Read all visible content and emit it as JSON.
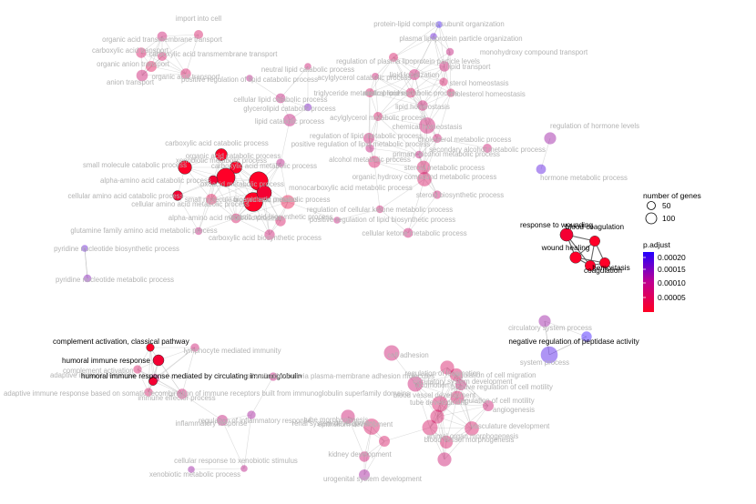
{
  "chart_data": {
    "type": "network",
    "legend": {
      "size_title": "number of genes",
      "size_breaks": [
        50,
        100
      ],
      "color_title": "p.adjust",
      "color_ticks": [
        "0.00020",
        "0.00015",
        "0.00010",
        "0.00005"
      ],
      "color_scale": {
        "low": "#ff0000",
        "high": "#0000ff"
      }
    },
    "nodes": [
      {
        "name": "import into cell",
        "p": 5e-05,
        "n": 35
      },
      {
        "name": "organic acid transmembrane transport",
        "p": 6e-05,
        "n": 40
      },
      {
        "name": "carboxylic acid transport",
        "p": 5e-05,
        "n": 45
      },
      {
        "name": "carboxylic acid transmembrane transport",
        "p": 5e-05,
        "n": 35
      },
      {
        "name": "organic anion transport",
        "p": 4e-05,
        "n": 50
      },
      {
        "name": "organic acid transport",
        "p": 5e-05,
        "n": 45
      },
      {
        "name": "anion transport",
        "p": 6e-05,
        "n": 55
      },
      {
        "name": "positive regulation of lipid catabolic process",
        "p": 8e-05,
        "n": 20
      },
      {
        "name": "neutral lipid catabolic process",
        "p": 6e-05,
        "n": 20
      },
      {
        "name": "regulation of plasma lipoprotein particle levels",
        "p": 5e-05,
        "n": 35
      },
      {
        "name": "protein-lipid complex subunit organization",
        "p": 0.00019,
        "n": 20
      },
      {
        "name": "plasma lipoprotein particle organization",
        "p": 0.00016,
        "n": 20
      },
      {
        "name": "monohydroxy compound transport",
        "p": 7e-05,
        "n": 25
      },
      {
        "name": "lipid transport",
        "p": 6e-05,
        "n": 45
      },
      {
        "name": "acylglycerol catabolic process",
        "p": 6e-05,
        "n": 22
      },
      {
        "name": "lipid localization",
        "p": 6e-05,
        "n": 50
      },
      {
        "name": "sterol homeostasis",
        "p": 5e-05,
        "n": 30
      },
      {
        "name": "cholesterol homeostasis",
        "p": 5e-05,
        "n": 30
      },
      {
        "name": "neutral lipid metabolic process",
        "p": 5e-05,
        "n": 40
      },
      {
        "name": "triglyceride metabolic process",
        "p": 5e-05,
        "n": 35
      },
      {
        "name": "cellular lipid catabolic process",
        "p": 7e-05,
        "n": 40
      },
      {
        "name": "glycerolipid catabolic process",
        "p": 0.00014,
        "n": 25
      },
      {
        "name": "lipid homeostasis",
        "p": 6e-05,
        "n": 45
      },
      {
        "name": "lipid catabolic process",
        "p": 7e-05,
        "n": 65
      },
      {
        "name": "acylglycerol metabolic process",
        "p": 5e-05,
        "n": 35
      },
      {
        "name": "chemical homeostasis",
        "p": 6e-05,
        "n": 110
      },
      {
        "name": "regulation of hormone levels",
        "p": 0.00011,
        "n": 60
      },
      {
        "name": "cholesterol metabolic process",
        "p": 6e-05,
        "n": 35
      },
      {
        "name": "secondary alcohol metabolic process",
        "p": 6e-05,
        "n": 35
      },
      {
        "name": "regulation of lipid metabolic process",
        "p": 6e-05,
        "n": 50
      },
      {
        "name": "positive regulation of lipid metabolic process",
        "p": 7e-05,
        "n": 30
      },
      {
        "name": "alcohol metabolic process",
        "p": 5e-05,
        "n": 60
      },
      {
        "name": "steroid metabolic process",
        "p": 5e-05,
        "n": 75
      },
      {
        "name": "hormone metabolic process",
        "p": 0.00017,
        "n": 40
      },
      {
        "name": "xenobiotic metabolic process",
        "p": 8e-05,
        "n": 30
      },
      {
        "name": "primary alcohol metabolic process",
        "p": 7e-05,
        "n": 25
      },
      {
        "name": "carboxylic acid catabolic process",
        "p": 1e-05,
        "n": 60
      },
      {
        "name": "organic acid catabolic process",
        "p": 1e-05,
        "n": 60
      },
      {
        "name": "small molecule catabolic process",
        "p": 1e-05,
        "n": 75
      },
      {
        "name": "carboxylic acid metabolic process",
        "p": 1e-05,
        "n": 140
      },
      {
        "name": "alpha-amino acid catabolic process",
        "p": 2e-05,
        "n": 35
      },
      {
        "name": "oxoacid metabolic process",
        "p": 1e-05,
        "n": 145
      },
      {
        "name": "cellular amino acid catabolic process",
        "p": 2e-05,
        "n": 40
      },
      {
        "name": "organic acid metabolic process",
        "p": 1e-05,
        "n": 150
      },
      {
        "name": "small molecule biosynthetic process",
        "p": 3e-05,
        "n": 80
      },
      {
        "name": "monocarboxylic acid metabolic process",
        "p": 2e-05,
        "n": 90
      },
      {
        "name": "organic hydroxy compound metabolic process",
        "p": 5e-05,
        "n": 85
      },
      {
        "name": "steroid biosynthetic process",
        "p": 6e-05,
        "n": 30
      },
      {
        "name": "cellular amino acid metabolic process",
        "p": 4e-05,
        "n": 50
      },
      {
        "name": "regulation of cellular ketone metabolic process",
        "p": 6e-05,
        "n": 25
      },
      {
        "name": "alpha-amino acid metabolic process",
        "p": 5e-05,
        "n": 40
      },
      {
        "name": "organic acid biosynthetic process",
        "p": 5e-05,
        "n": 45
      },
      {
        "name": "positive regulation of lipid biosynthetic process",
        "p": 7e-05,
        "n": 20
      },
      {
        "name": "glutamine family amino acid metabolic process",
        "p": 7e-05,
        "n": 25
      },
      {
        "name": "carboxylic acid biosynthetic process",
        "p": 6e-05,
        "n": 45
      },
      {
        "name": "cellular ketone metabolic process",
        "p": 6e-05,
        "n": 40
      },
      {
        "name": "pyridine nucleotide biosynthetic process",
        "p": 0.00016,
        "n": 20
      },
      {
        "name": "pyridine nucleotide metabolic process",
        "p": 0.00013,
        "n": 25
      },
      {
        "name": "blood coagulation",
        "p": 1e-05,
        "n": 45
      },
      {
        "name": "response to wounding",
        "p": 2e-05,
        "n": 70
      },
      {
        "name": "hemostasis",
        "p": 1e-05,
        "n": 45
      },
      {
        "name": "wound healing",
        "p": 1e-05,
        "n": 55
      },
      {
        "name": "coagulation",
        "p": 1e-05,
        "n": 45
      },
      {
        "name": "circulatory system process",
        "p": 0.00011,
        "n": 60
      },
      {
        "name": "negative regulation of peptidase activity",
        "p": 0.0002,
        "n": 45
      },
      {
        "name": "system process",
        "p": 0.00018,
        "n": 120
      },
      {
        "name": "complement activation, classical pathway",
        "p": 1e-05,
        "n": 25
      },
      {
        "name": "lymphocyte mediated immunity",
        "p": 6e-05,
        "n": 30
      },
      {
        "name": "humoral immune response",
        "p": 2e-05,
        "n": 50
      },
      {
        "name": "complement activation",
        "p": 5e-05,
        "n": 30
      },
      {
        "name": "adaptive immune response",
        "p": 7e-05,
        "n": 35
      },
      {
        "name": "humoral immune response mediated by circulating immunoglobulin",
        "p": 2e-05,
        "n": 30
      },
      {
        "name": "cell-cell adhesion via plasma-membrane adhesion molecules",
        "p": 7e-05,
        "n": 30
      },
      {
        "name": "immune effector process",
        "p": 6e-05,
        "n": 45
      },
      {
        "name": "adaptive immune response based on somatic recombination of immune receptors built from immunoglobulin superfamily domains",
        "p": 5e-05,
        "n": 30
      },
      {
        "name": "regulation of inflammatory response",
        "p": 0.0001,
        "n": 30
      },
      {
        "name": "inflammatory response",
        "p": 7e-05,
        "n": 50
      },
      {
        "name": "cellular response to xenobiotic stimulus",
        "p": 8e-05,
        "n": 20
      },
      {
        "name": "xenobiotic metabolic process",
        "p": 0.00011,
        "n": 20
      },
      {
        "name": "cell adhesion",
        "p": 6e-05,
        "n": 100
      },
      {
        "name": "regulation of locomotion",
        "p": 5e-05,
        "n": 80
      },
      {
        "name": "regulation of cell migration",
        "p": 5e-05,
        "n": 70
      },
      {
        "name": "locomotion",
        "p": 6e-05,
        "n": 100
      },
      {
        "name": "positive regulation of cell motility",
        "p": 6e-05,
        "n": 50
      },
      {
        "name": "regulation of cell motility",
        "p": 5e-05,
        "n": 75
      },
      {
        "name": "angiogenesis",
        "p": 6e-05,
        "n": 50
      },
      {
        "name": "tube morphogenesis",
        "p": 6e-05,
        "n": 80
      },
      {
        "name": "circulatory system development",
        "p": 5e-05,
        "n": 110
      },
      {
        "name": "blood vessel development",
        "p": 5e-05,
        "n": 80
      },
      {
        "name": "epithelium development",
        "p": 5e-05,
        "n": 110
      },
      {
        "name": "tube development",
        "p": 5e-05,
        "n": 100
      },
      {
        "name": "vasculature development",
        "p": 5e-05,
        "n": 85
      },
      {
        "name": "renal system development",
        "p": 5e-05,
        "n": 50
      },
      {
        "name": "blood vessel morphogenesis",
        "p": 5e-05,
        "n": 70
      },
      {
        "name": "kidney development",
        "p": 6e-05,
        "n": 45
      },
      {
        "name": "animal organ morphogenesis",
        "p": 6e-05,
        "n": 80
      },
      {
        "name": "urogenital system development",
        "p": 0.0001,
        "n": 50
      }
    ]
  }
}
